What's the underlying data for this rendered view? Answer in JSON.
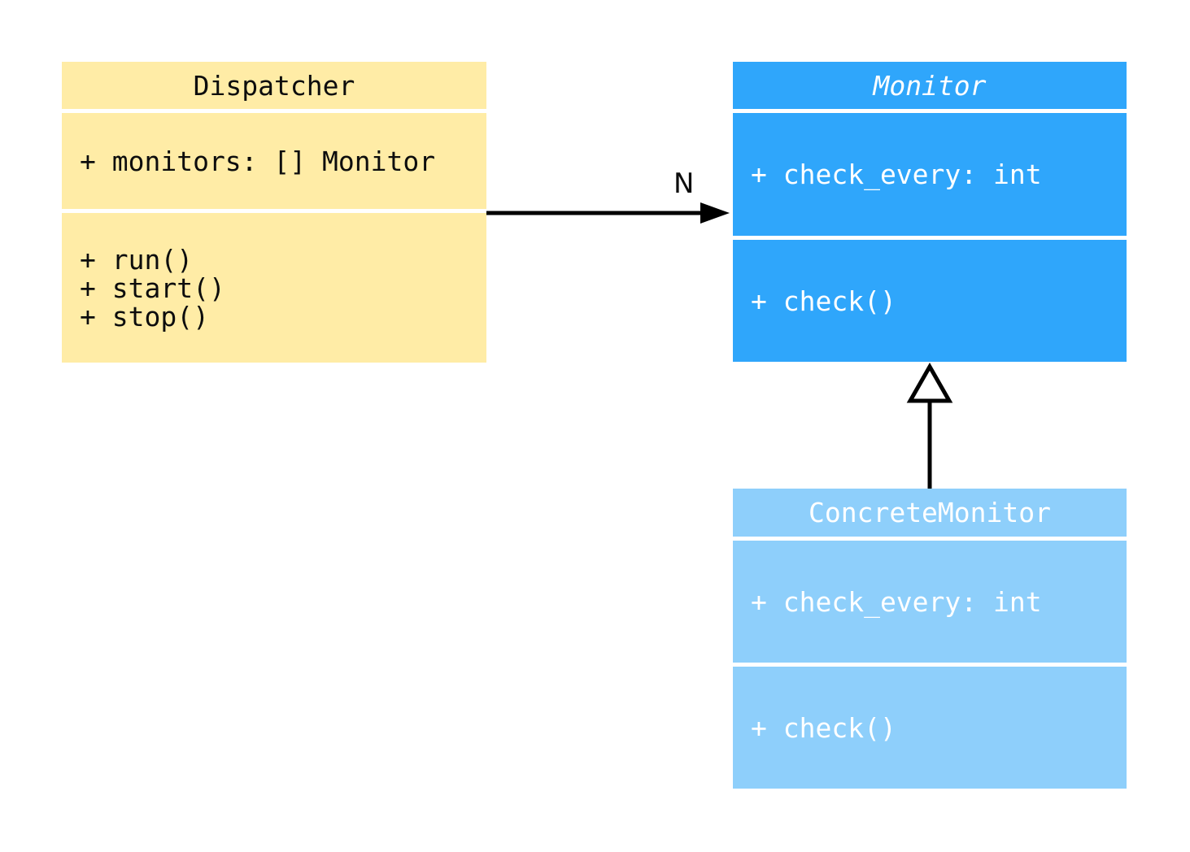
{
  "diagram": {
    "type": "uml-class-diagram",
    "background_color": "#ffffff",
    "classes": [
      {
        "name": "Dispatcher",
        "abstract": false,
        "fill_color": "#FFECA6",
        "text_color": "#0d0d0d",
        "attributes": [
          "+ monitors: [] Monitor"
        ],
        "methods": [
          "+ run()",
          "+ start()",
          "+ stop()"
        ]
      },
      {
        "name": "Monitor",
        "abstract": true,
        "fill_color": "#2FA6FB",
        "text_color": "#ffffff",
        "attributes": [
          "+ check_every: int"
        ],
        "methods": [
          "+ check()"
        ]
      },
      {
        "name": "ConcreteMonitor",
        "abstract": false,
        "fill_color": "#8ECFFB",
        "text_color": "#ffffff",
        "attributes": [
          "+ check_every: int"
        ],
        "methods": [
          "+ check()"
        ]
      }
    ],
    "relations": [
      {
        "type": "association",
        "from": "Dispatcher",
        "to": "Monitor",
        "label": "N",
        "arrowhead": "filled-triangle"
      },
      {
        "type": "inheritance",
        "from": "ConcreteMonitor",
        "to": "Monitor",
        "label": "",
        "arrowhead": "hollow-triangle"
      }
    ]
  }
}
